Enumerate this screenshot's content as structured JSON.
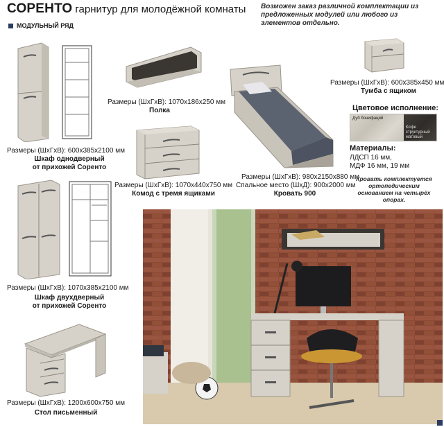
{
  "header": {
    "brand": "СОРЕНТО",
    "subtitle": "гарнитур для молодёжной комнаты",
    "section": "МОДУЛЬНЫЙ РЯД",
    "note": "Возможен заказ различной комплектации из предложенных модулей или любого из элементов отдельно."
  },
  "items": [
    {
      "id": "wardrobe1",
      "dims": "Размеры (ШхГхВ): 600х385х2100 мм",
      "name_lines": [
        "Шкаф однодверный",
        "от прихожей Соренто"
      ]
    },
    {
      "id": "shelf",
      "dims": "Размеры (ШхГхВ): 1070х186х250 мм",
      "name_lines": [
        "Полка"
      ]
    },
    {
      "id": "chest",
      "dims": "Размеры (ШхГхВ): 1070х440х750 мм",
      "name_lines": [
        "Комод с тремя ящиками"
      ]
    },
    {
      "id": "bed",
      "dims": "Размеры (ШхГхВ): 980х2150х880 мм",
      "dims2": "Спальное место (ШхД): 900х2000 мм",
      "name_lines": [
        "Кровать 900"
      ]
    },
    {
      "id": "nightstand",
      "dims": "Размеры (ШхГхВ): 600х385х450 мм",
      "name_lines": [
        "Тумба с ящиком"
      ]
    },
    {
      "id": "wardrobe2",
      "dims": "Размеры (ШхГхВ): 1070х385х2100 мм",
      "name_lines": [
        "Шкаф двухдверный",
        "от прихожей Соренто"
      ]
    },
    {
      "id": "desk",
      "dims": "Размеры (ШхГхВ): 1200х600х750 мм",
      "name_lines": [
        "Стол письменный"
      ]
    }
  ],
  "colors": {
    "title": "Цветовое исполнение:",
    "swatches": [
      {
        "label": "Дуб бонифаций",
        "hex": "#d4d0c7"
      },
      {
        "label_lines": [
          "Кофе",
          "структурный",
          "матовый"
        ],
        "hex": "#35312d"
      }
    ]
  },
  "materials": {
    "title": "Материалы:",
    "lines": [
      "ЛДСП 16 мм,",
      "МДФ 16 мм, 19 мм"
    ]
  },
  "bed_note": "Кровать комплектуется ортопедическим основанием на четырёх опорах.",
  "palette": {
    "wood_light": "#d6d2ca",
    "wood_dark": "#3a3632",
    "brick": "#8c4a35",
    "accent": "#2a3d63"
  }
}
